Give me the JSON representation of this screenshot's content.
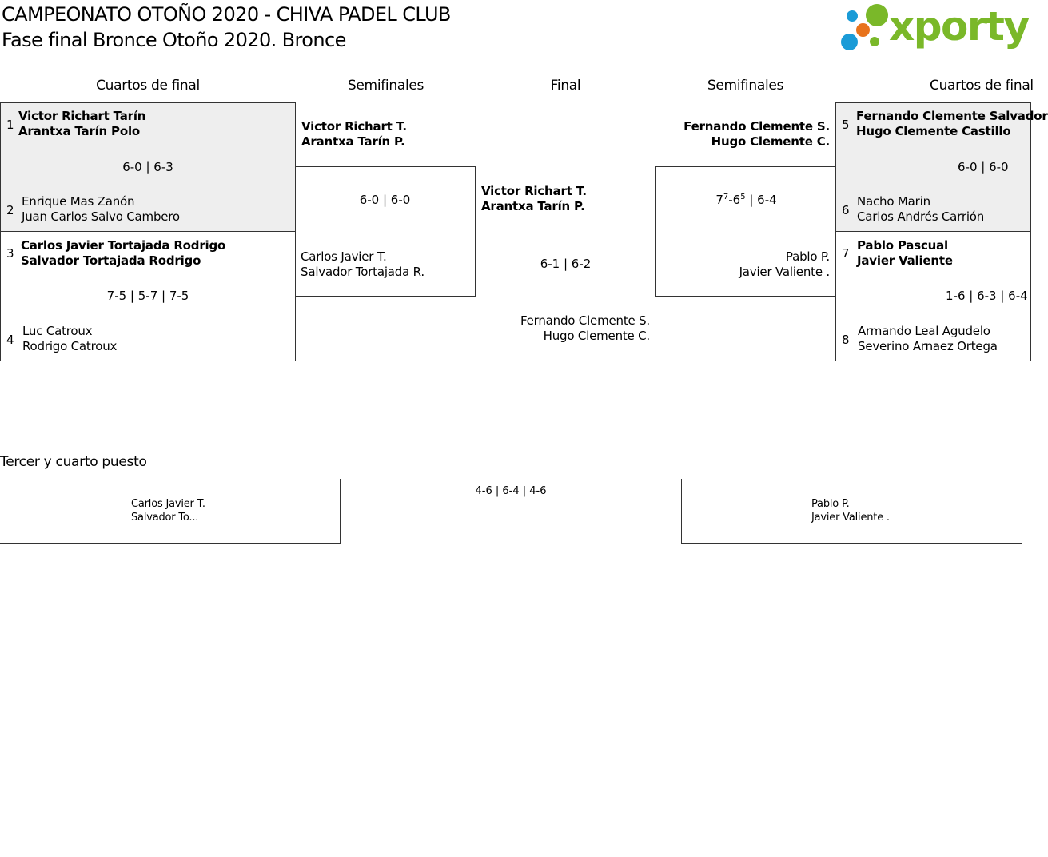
{
  "header": {
    "title": "CAMPEONATO OTOÑO 2020 - CHIVA PADEL CLUB",
    "subtitle": "Fase final Bronce Otoño 2020. Bronce",
    "logo_text": "xporty",
    "colors": {
      "logo_green": "#7ab829",
      "logo_blue": "#1a9bd7",
      "logo_orange": "#e8731c"
    }
  },
  "rounds": {
    "left_quarter": "Cuartos de final",
    "left_semi": "Semifinales",
    "final": "Final",
    "right_semi": "Semifinales",
    "right_quarter": "Cuartos de final"
  },
  "quarterfinals": [
    {
      "top_seed": "1",
      "top_p1": "Victor Richart Tarín",
      "top_p2": "Arantxa Tarín Polo",
      "score": "6-0 | 6-3",
      "bottom_seed": "2",
      "bottom_p1": "Enrique Mas Zanón",
      "bottom_p2": "Juan Carlos Salvo Cambero"
    },
    {
      "top_seed": "3",
      "top_p1": "Carlos Javier Tortajada Rodrigo",
      "top_p2": "Salvador Tortajada Rodrigo",
      "score": "7-5 | 5-7 | 7-5",
      "bottom_seed": "4",
      "bottom_p1": "Luc Catroux",
      "bottom_p2": "Rodrigo Catroux"
    },
    {
      "top_seed": "5",
      "top_p1": "Fernando Clemente Salvador",
      "top_p2": "Hugo Clemente Castillo",
      "score": "6-0 | 6-0",
      "bottom_seed": "6",
      "bottom_p1": "Nacho Marin",
      "bottom_p2": "Carlos Andrés Carrión"
    },
    {
      "top_seed": "7",
      "top_p1": "Pablo Pascual",
      "top_p2": "Javier Valiente",
      "score": "1-6 | 6-3 | 6-4",
      "bottom_seed": "8",
      "bottom_p1": "Armando Leal Agudelo",
      "bottom_p2": "Severino Arnaez Ortega"
    }
  ],
  "semifinals": [
    {
      "top_p1": "Victor Richart T.",
      "top_p2": "Arantxa Tarín P.",
      "score": "6-0 | 6-0",
      "bottom_p1": "Carlos Javier T.",
      "bottom_p2": "Salvador Tortajada R."
    },
    {
      "top_p1": "Fernando Clemente S.",
      "top_p2": "Hugo Clemente C.",
      "score_base1": "7",
      "score_sup1": "7",
      "score_base2": "-6",
      "score_sup2": "5",
      "score_rest": " | 6-4",
      "bottom_p1": "Pablo P.",
      "bottom_p2": "Javier Valiente ."
    }
  ],
  "final": {
    "winner_p1": "Victor Richart T.",
    "winner_p2": "Arantxa Tarín P.",
    "score": "6-1 | 6-2",
    "loser_p1": "Fernando Clemente S.",
    "loser_p2": "Hugo Clemente C."
  },
  "third_place": {
    "title": "Tercer y cuarto puesto",
    "left_p1": "Carlos Javier T.",
    "left_p2": "Salvador To...",
    "score": "4-6 | 6-4 | 4-6",
    "right_p1": "Pablo P.",
    "right_p2": "Javier Valiente ."
  }
}
